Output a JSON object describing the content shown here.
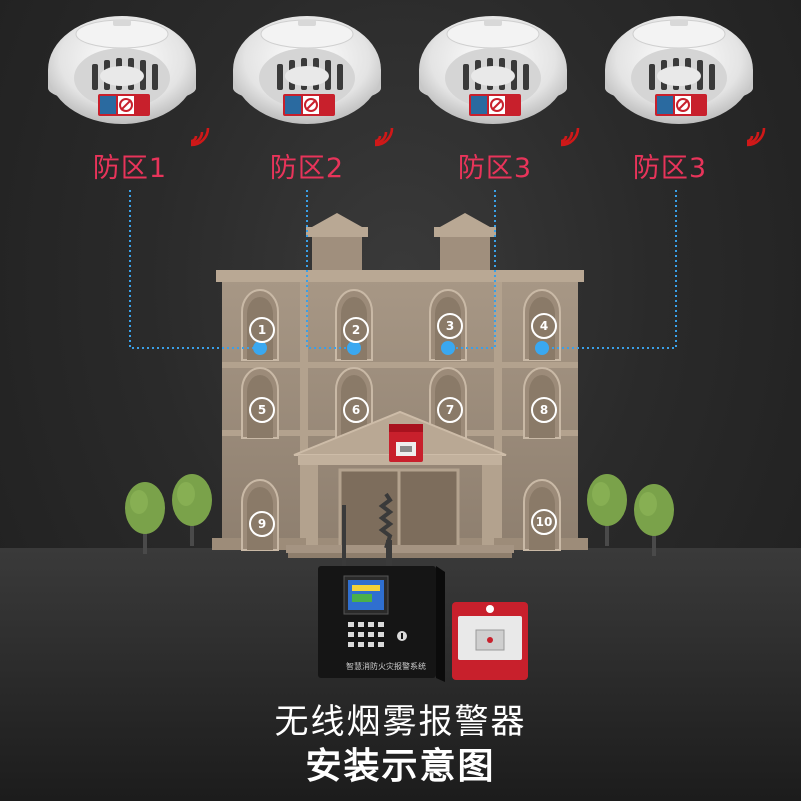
{
  "zones": [
    {
      "label": "防区1"
    },
    {
      "label": "防区2"
    },
    {
      "label": "防区3"
    },
    {
      "label": "防区3"
    }
  ],
  "windows": [
    "1",
    "2",
    "3",
    "4",
    "5",
    "6",
    "7",
    "8",
    "9",
    "10"
  ],
  "panel": {
    "label": "智慧消防火灾报警系统"
  },
  "caption": {
    "line1": "无线烟雾报警器",
    "line2": "安装示意图"
  },
  "colors": {
    "zone_label": "#e8345a",
    "wire": "#3aa0e8",
    "signal": "#d01818",
    "building": "#a59482"
  }
}
